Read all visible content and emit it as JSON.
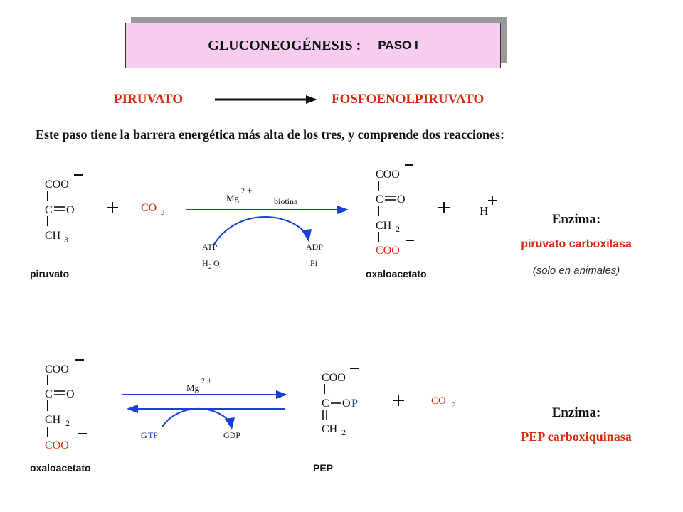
{
  "title": {
    "main": "GLUCONEOGÉNESIS :",
    "step": "PASO  I"
  },
  "header": {
    "from": "PIRUVATO",
    "to": "FOSFOENOLPIRUVATO"
  },
  "intro": "Este paso tiene la barrera energética más alta de los tres, y comprende dos reacciones:",
  "colors": {
    "red": "#d42b0f",
    "blue": "#1a3fd6",
    "title_bg": "#f6cdee",
    "shadow": "#9a9a9a"
  },
  "reaction1": {
    "substrate_label": "piruvato",
    "product_label": "oxaloacetato",
    "cofactor": "Mg",
    "cofactor_charge": "2+",
    "arrow_label": "biotina",
    "in_top": "ATP",
    "in_bottom": "H2O",
    "out_top": "ADP",
    "out_bottom": "Pi",
    "reagent": "CO2",
    "extra_product": "H",
    "enzyme_heading": "Enzima:",
    "enzyme_name": "piruvato carboxilasa",
    "enzyme_note": "(solo en animales)"
  },
  "reaction2": {
    "substrate_label": "oxaloacetato",
    "product_label": "PEP",
    "cofactor": "Mg",
    "cofactor_charge": "2+",
    "in": "GTP",
    "out": "GDP",
    "co_product": "CO2",
    "enzyme_heading": "Enzima:",
    "enzyme_name": "PEP carboxiquinasa"
  }
}
